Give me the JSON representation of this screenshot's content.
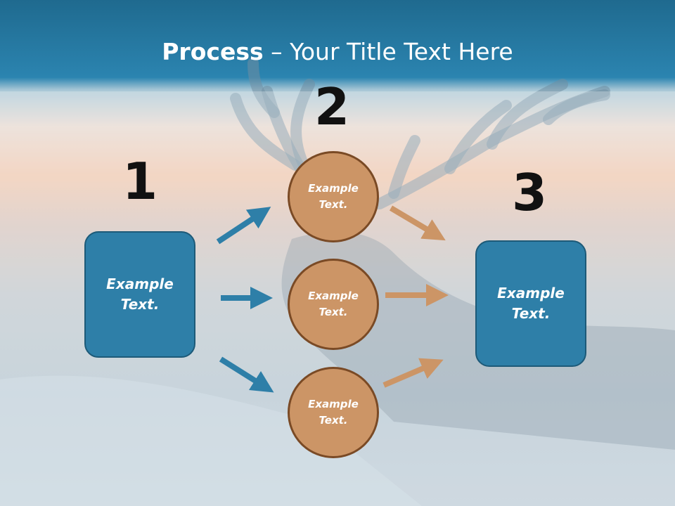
{
  "title": {
    "bold": "Process",
    "rest": " – Your Title Text Here"
  },
  "steps": {
    "one": "1",
    "two": "2",
    "three": "3"
  },
  "left_box": {
    "text": "Example Text."
  },
  "right_box": {
    "text": "Example Text."
  },
  "circles": [
    {
      "text": "Example Text."
    },
    {
      "text": "Example Text."
    },
    {
      "text": "Example Text."
    }
  ],
  "colors": {
    "blue_box": "#2e7fa8",
    "circle_fill": "#cc9566",
    "blue_arrow": "#2e7fa8",
    "orange_arrow": "#cc9566"
  },
  "background": {
    "image": "deer-with-antlers-photo"
  }
}
